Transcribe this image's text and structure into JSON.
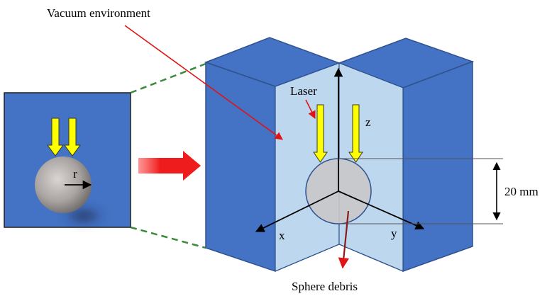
{
  "labels": {
    "vacuum_environment": "Vacuum environment",
    "laser": "Laser",
    "z_axis": "z",
    "x_axis": "x",
    "y_axis": "y",
    "radius": "r",
    "dimension": "20 mm",
    "sphere_debris": "Sphere debris"
  },
  "colors": {
    "chamber_blue": "#4472c4",
    "inner_wall": "#bdd7ee",
    "laser_yellow": "#ffff00",
    "arrow_red": "#ee1c1c",
    "sphere_gray": "#c9c9c9",
    "dash_green": "#3a8a3a"
  },
  "icons": {
    "zoom_arrow": "right-arrow-icon",
    "laser_beams": "down-arrow-icon"
  }
}
